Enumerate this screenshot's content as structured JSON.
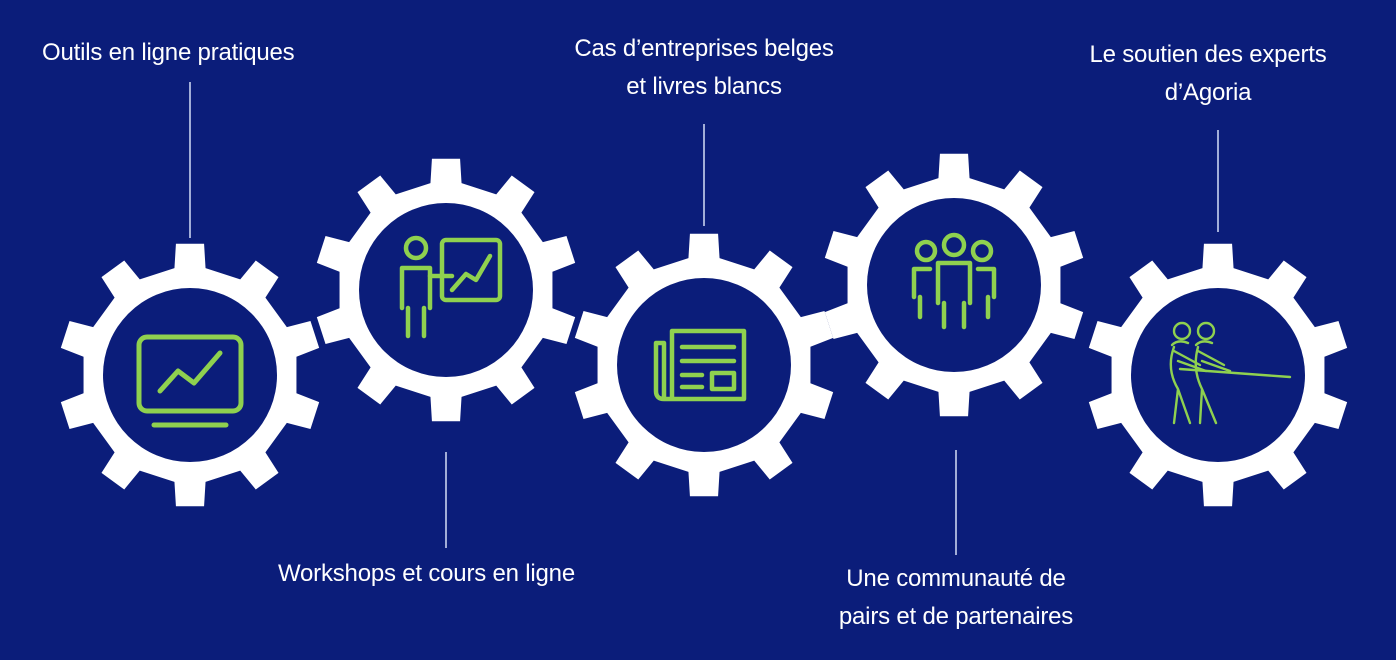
{
  "colors": {
    "background": "#0b1d7a",
    "gear": "#ffffff",
    "gear_hub": "#0b1d7a",
    "icon": "#8fd14f",
    "text": "#ffffff",
    "connector": "#c9d2ef"
  },
  "steps": [
    {
      "icon": "monitor-chart-icon",
      "lines": [
        "Outils en ligne pratiques"
      ]
    },
    {
      "icon": "presenter-chart-icon",
      "lines": [
        "Workshops et cours en ligne"
      ]
    },
    {
      "icon": "newspaper-icon",
      "lines": [
        "Cas d’entreprises belges",
        "et livres blancs"
      ]
    },
    {
      "icon": "community-icon",
      "lines": [
        "Une communauté de",
        "pairs et de partenaires"
      ]
    },
    {
      "icon": "tug-of-war-icon",
      "lines": [
        "Le soutien des experts",
        "d’Agoria"
      ]
    }
  ]
}
